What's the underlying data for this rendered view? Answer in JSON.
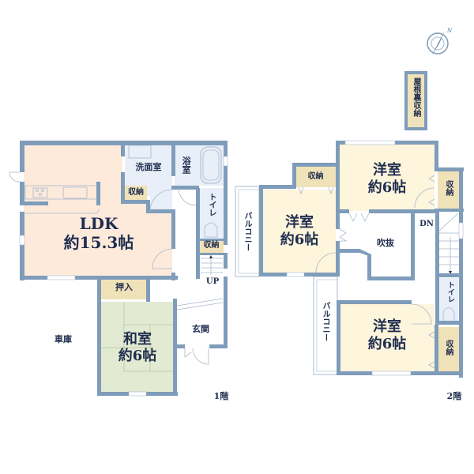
{
  "colors": {
    "wall": "#7f9cba",
    "wall_dark": "#6e8db0",
    "ldk_fill": "#fdeadb",
    "wet_fill": "#e8eff8",
    "storage_fill": "#f0e2b8",
    "tatami_fill": "#e2ead2",
    "western_fill": "#fdf5dc",
    "text": "#1f2d4f",
    "line": "#a9b8cc"
  },
  "floor1": {
    "label": "1階",
    "rooms": {
      "ldk": {
        "name": "LDK",
        "size": "約15.3帖"
      },
      "washroom": {
        "name": "洗面室"
      },
      "bath": {
        "name": "浴室"
      },
      "toilet": {
        "name": "トイレ"
      },
      "storage_washroom": {
        "name": "収納"
      },
      "storage_stairs": {
        "name": "収納"
      },
      "closet": {
        "name": "押入"
      },
      "japanese": {
        "name": "和室",
        "size": "約6帖"
      },
      "entrance": {
        "name": "玄関"
      },
      "garage": {
        "name": "車庫"
      }
    },
    "stairs_label": "UP"
  },
  "floor2": {
    "label": "2階",
    "rooms": {
      "western_left": {
        "name": "洋室",
        "size": "約6帖"
      },
      "western_top": {
        "name": "洋室",
        "size": "約6帖"
      },
      "western_bottom": {
        "name": "洋室",
        "size": "約6帖"
      },
      "storage_left": {
        "name": "収納"
      },
      "storage_top_right": {
        "name": "収納"
      },
      "storage_bottom_right": {
        "name": "収納"
      },
      "void": {
        "name": "吹抜"
      },
      "toilet": {
        "name": "トイレ"
      },
      "balcony_left": {
        "name": "バルコニー"
      },
      "balcony_bottom": {
        "name": "バルコニー"
      },
      "attic": {
        "name": "屋根裏収納"
      }
    },
    "stairs_label": "DN"
  },
  "compass": {
    "icon": "north-arrow-icon",
    "label": "N"
  }
}
